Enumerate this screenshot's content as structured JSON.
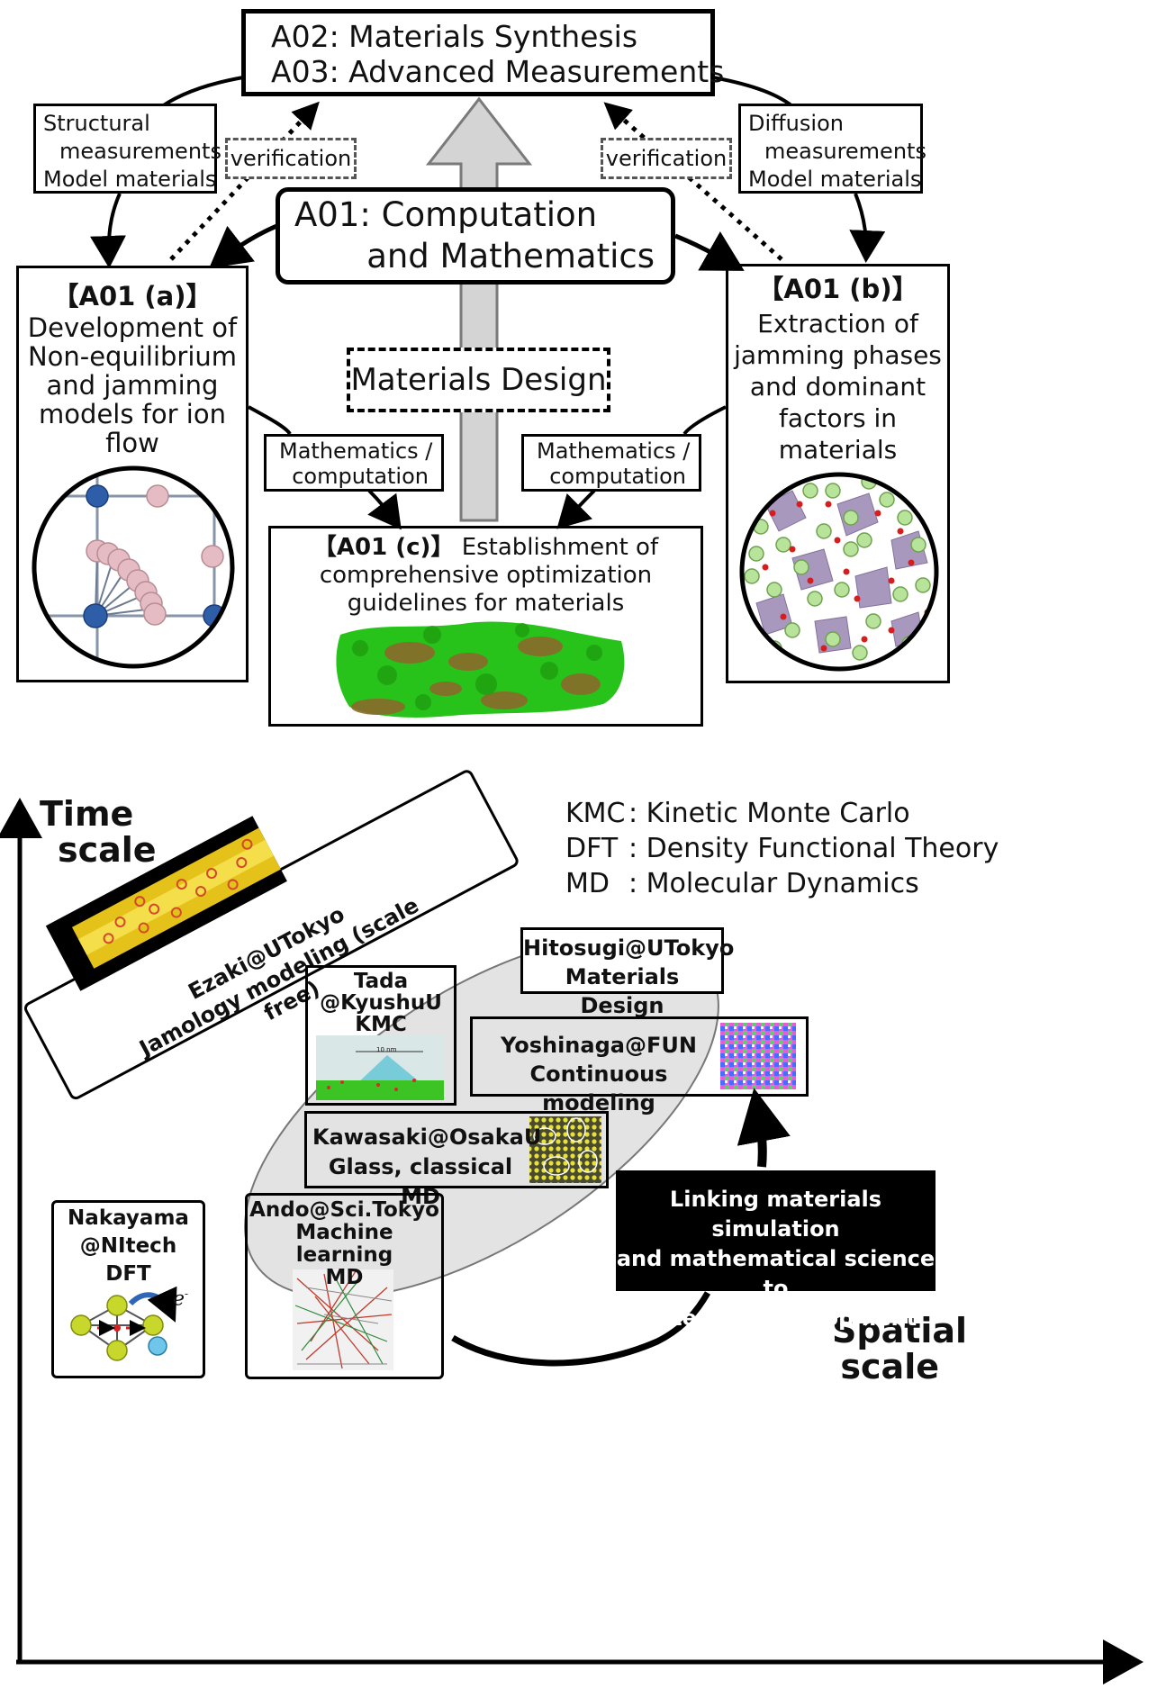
{
  "top": {
    "a02_line1": "A02: Materials Synthesis",
    "a02_line2": "A03: Advanced Measurements",
    "left_meas": [
      "Structural",
      "measurements",
      "Model materials"
    ],
    "right_meas": [
      "Diffusion",
      "measurements",
      "Model materials"
    ],
    "verification_left": "verification",
    "verification_right": "verification",
    "a01_line1": "A01: Computation",
    "a01_line2": "and Mathematics",
    "materials_design": "Materials Design",
    "math_left": [
      "Mathematics /",
      "computation"
    ],
    "math_right": [
      "Mathematics /",
      "computation"
    ],
    "a01a_title": "【A01 (a)】",
    "a01a_body": [
      "Development of",
      "Non-equilibrium",
      "and jamming",
      "models for ion",
      "flow"
    ],
    "a01b_title": "【A01 (b)】",
    "a01b_body": [
      "Extraction of",
      "jamming phases",
      "and dominant",
      "factors in",
      "materials"
    ],
    "a01c_title": "【A01 (c)】",
    "a01c_title_rest": " Establishment of",
    "a01c_body": [
      "comprehensive optimization",
      "guidelines for materials"
    ]
  },
  "bottom": {
    "axis_time": [
      "Time",
      "scale"
    ],
    "axis_space": [
      "Spatial",
      "scale"
    ],
    "legend": [
      {
        "abbr": "KMC",
        "full": ": Kinetic Monte Carlo"
      },
      {
        "abbr": "DFT",
        "full": ": Density Functional Theory"
      },
      {
        "abbr": "MD",
        "full": ": Molecular Dynamics"
      }
    ],
    "ezaki": [
      "Ezaki@UTokyo",
      "Jamology modeling  (scale free)"
    ],
    "hitosugi": [
      "Hitosugi@UTokyo",
      "Materials Design"
    ],
    "tada": [
      "Tada",
      "@KyushuU",
      "KMC"
    ],
    "tada_scale": "10 nm",
    "yoshinaga": [
      "Yoshinaga@FUN",
      "Continuous modeling"
    ],
    "kawasaki": [
      "Kawasaki@OsakaU",
      "Glass, classical MD"
    ],
    "nakayama": [
      "Nakayama",
      "@NItech",
      "DFT"
    ],
    "electron": "e",
    "electron_sup": "-",
    "ando": [
      "Ando@Sci.Tokyo",
      "Machine learning",
      "MD"
    ],
    "linking": [
      "Linking materials simulation",
      "and mathematical science to",
      "materials development"
    ]
  },
  "colors": {
    "gray_arrow": "#d4d4d4",
    "ellipse": "#e3e3e3",
    "black": "#000000",
    "green": "#22cc11",
    "pink": "#e6bcc4",
    "blue": "#2e5ea8"
  }
}
